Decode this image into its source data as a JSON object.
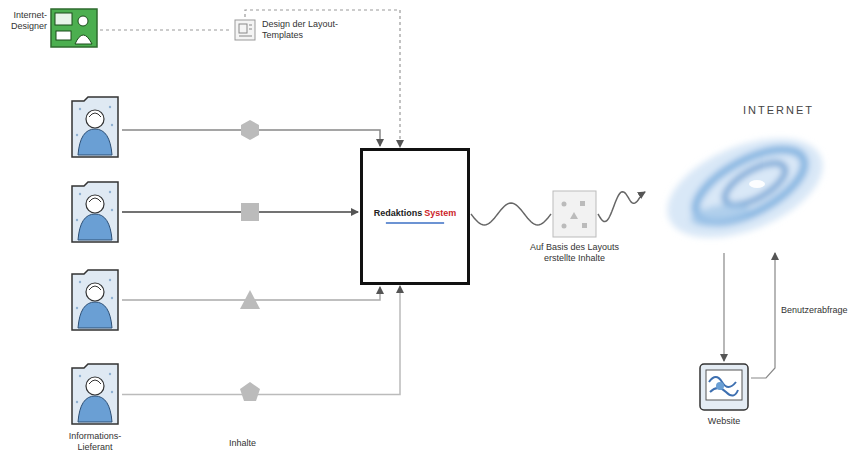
{
  "diagram": {
    "nodes": [
      {
        "text": [
          "Internet-Designer"
        ]
      },
      {
        "text": [
          "Design der Layout-Templates"
        ]
      },
      {
        "text": [
          "Informations-Lieferant"
        ]
      },
      {
        "text": [
          "Redaktions",
          "System"
        ]
      },
      {
        "text": [
          "Auf Basis des Layouts erstellte Inhalte"
        ]
      },
      {
        "text": [
          "INTERNET"
        ]
      },
      {
        "text": [
          "Website"
        ]
      }
    ],
    "edges": [
      {
        "from": 0,
        "to": 1,
        "arrow": "none"
      },
      {
        "from": 1,
        "to": 3,
        "arrow": "to"
      },
      {
        "from": 2,
        "to": 3,
        "arrow": "to"
      },
      {
        "from": 3,
        "to": 4,
        "arrow": "none"
      },
      {
        "from": 4,
        "to": 5,
        "arrow": "to"
      },
      {
        "from": 5,
        "to": 6,
        "arrow": "to"
      },
      {
        "from": 6,
        "to": 5,
        "label": "Benutzerabfrage",
        "arrow": "to"
      }
    ],
    "labels": [
      "Inhalte"
    ]
  }
}
